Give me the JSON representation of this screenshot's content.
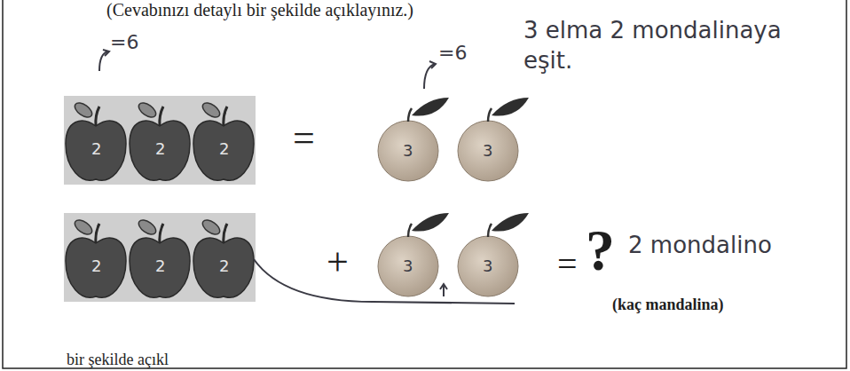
{
  "diagram": {
    "labels": [
      "(Cevabınızı detaylı bir şekilde açıklayınız.)",
      "3 elma 2 mondalinaya eşit.",
      "=6",
      "=6",
      "=",
      "2",
      "2",
      "2",
      "3",
      "3",
      "+",
      "2",
      "2",
      "2",
      "3",
      "3",
      "=",
      "?",
      "2 mondalino",
      "(kaç mandalina)",
      "bir şekilde açıkl"
    ]
  }
}
